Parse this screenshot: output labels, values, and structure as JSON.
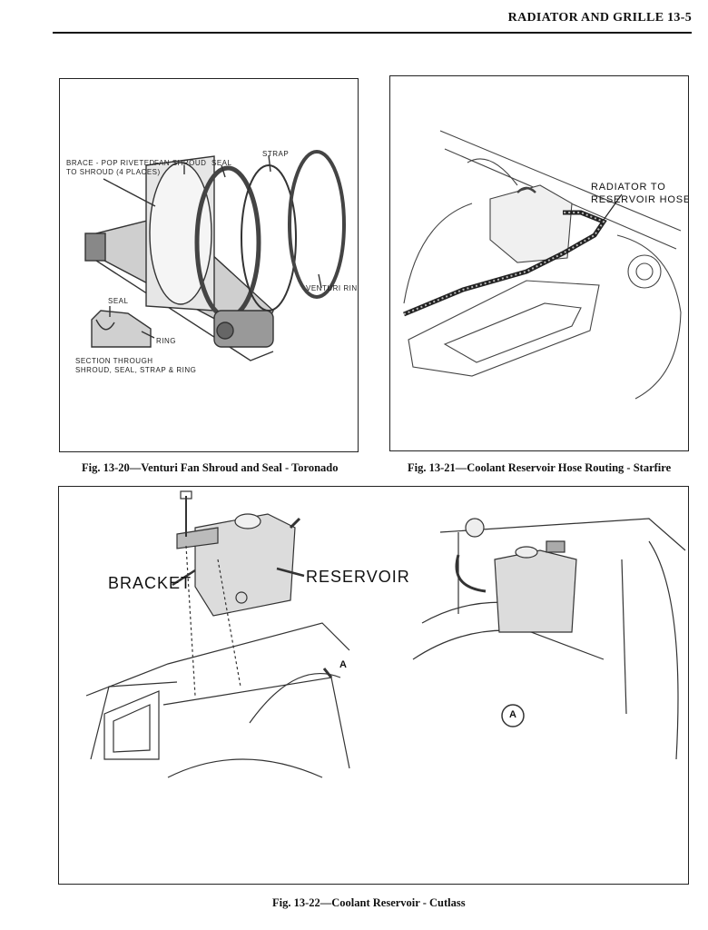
{
  "header": {
    "title": "RADIATOR AND GRILLE   13-5"
  },
  "figures": [
    {
      "caption": "Fig. 13-20—Venturi Fan Shroud and Seal - Toronado",
      "labels": {
        "brace": "BRACE - POP RIVETED",
        "brace2": "TO SHROUD (4 PLACES)",
        "fan_shroud": "FAN SHROUD",
        "seal": "SEAL",
        "strap": "STRAP",
        "venturi_ring": "VENTURI RING",
        "section_seal": "SEAL",
        "section_ring": "RING",
        "section1": "SECTION THROUGH",
        "section2": "SHROUD, SEAL, STRAP & RING"
      }
    },
    {
      "caption": "Fig. 13-21—Coolant Reservoir Hose Routing - Starfire",
      "labels": {
        "hose1": "RADIATOR TO",
        "hose2": "RESERVOIR HOSE"
      }
    },
    {
      "caption": "Fig. 13-22—Coolant Reservoir - Cutlass",
      "labels": {
        "bracket": "BRACKET",
        "reservoir": "RESERVOIR",
        "view_a": "A",
        "view_circle": "A"
      }
    }
  ]
}
